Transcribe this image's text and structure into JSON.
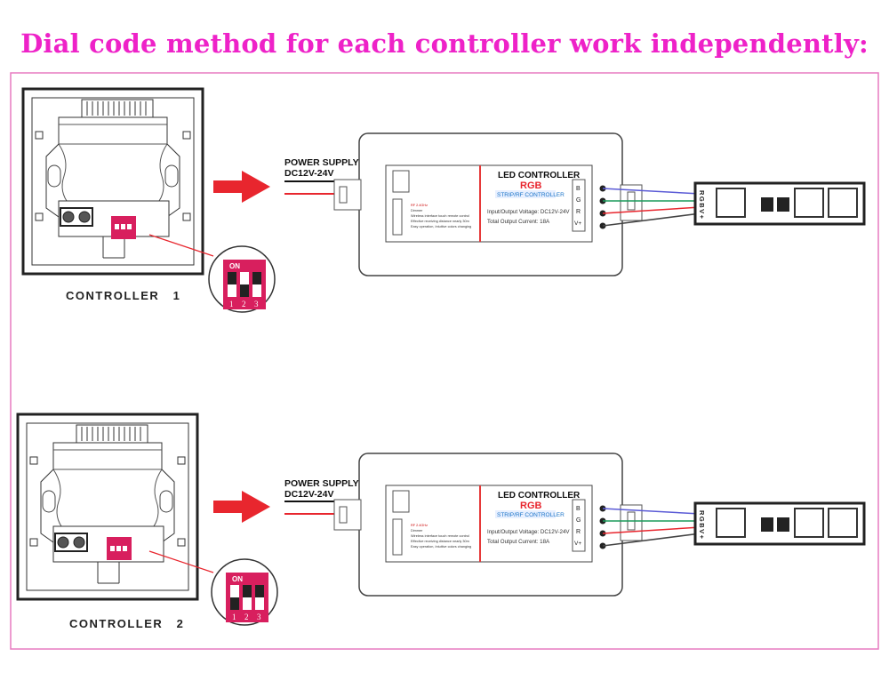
{
  "title": "Dial code method for each controller work independently:",
  "colors": {
    "title": "#ee22c8",
    "frame": "#e77ac0",
    "arrow": "#e8262e",
    "dip_switch": "#d81f5e",
    "wire_red": "#e8262e",
    "wire_blue": "#5b5bd6",
    "wire_green": "#1a9a5a"
  },
  "controllers": [
    {
      "label": "CONTROLLER   1",
      "power_supply_line1": "POWER SUPPLY",
      "power_supply_line2": "DC12V-24V",
      "dip": {
        "on_label": "ON",
        "numbers": [
          "1",
          "2",
          "3"
        ],
        "switch_states": [
          "up",
          "down",
          "up"
        ]
      }
    },
    {
      "label": "CONTROLLER   2",
      "power_supply_line1": "POWER SUPPLY",
      "power_supply_line2": "DC12V-24V",
      "dip": {
        "on_label": "ON",
        "numbers": [
          "1",
          "2",
          "3"
        ],
        "switch_states": [
          "down",
          "up",
          "up"
        ]
      }
    }
  ],
  "receiver": {
    "title": "LED CONTROLLER",
    "rgb": "RGB",
    "strip_label": "STRIP/RF CONTROLLER",
    "voltage": "Input/Output Voltage: DC12V-24V",
    "current": "Total Output Current: 18A",
    "terminals": [
      "B",
      "G",
      "R",
      "V+"
    ],
    "features": [
      "RF 2.4GHz",
      "Dimmer",
      "Wireless interface touch remote control",
      "Effective receiving distance nearly 30m",
      "Easy operation, Intuitive colors changing"
    ]
  },
  "strip": {
    "label": "RGBV+"
  }
}
